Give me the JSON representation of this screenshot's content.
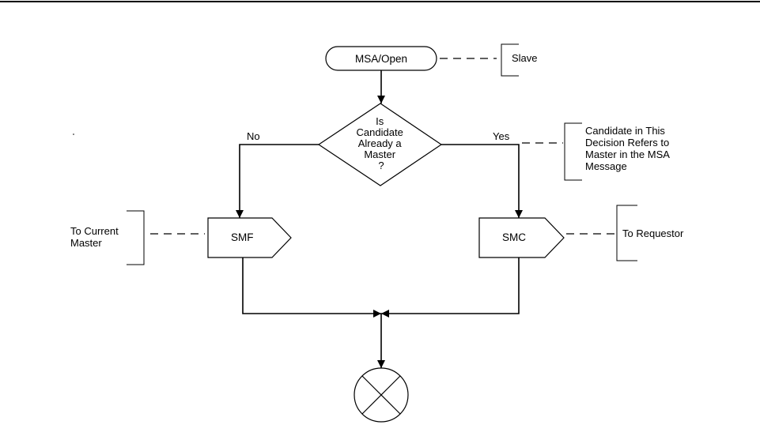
{
  "colors": {
    "stroke": "#000000",
    "background": "#ffffff"
  },
  "start_state": {
    "label": "MSA/Open",
    "comment": "Slave"
  },
  "decision": {
    "lines": [
      "Is",
      "Candidate",
      "Already a",
      "Master",
      "?"
    ],
    "no_label": "No",
    "yes_label": "Yes",
    "comment_lines": [
      "Candidate in This",
      "Decision Refers to",
      "Master in the MSA",
      "Message"
    ]
  },
  "left_signal": {
    "label": "SMF",
    "comment_lines": [
      "To Current",
      "Master"
    ]
  },
  "right_signal": {
    "label": "SMC",
    "comment": "To Requestor"
  },
  "terminator": {
    "icon": "stop-x-circle-icon"
  }
}
